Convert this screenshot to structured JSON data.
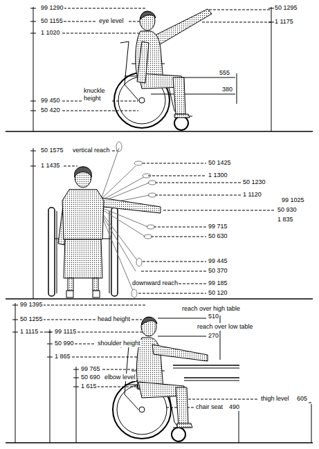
{
  "diagram": {
    "labels": [
      "99 1290",
      "50 1155",
      "eye level",
      "1 1020",
      "knuckle height",
      "99 450",
      "50 420",
      "50 1295",
      "1 1175",
      "555",
      "380",
      "50 1575",
      "vertical reach",
      "1 1435",
      "50 1425",
      "1 1300",
      "50 1230",
      "1 1120",
      "99 1025",
      "50 930",
      "1 835",
      "99 715",
      "50 630",
      "99 445",
      "50 370",
      "downward reach",
      "99 185",
      "50 120",
      "99 1395",
      "50 1255",
      "head height",
      "1 1115",
      "99 1115",
      "reach over high table",
      "510",
      "reach over low table",
      "270",
      "50 990",
      "shoulder height",
      "1 865",
      "99 765",
      "50 690",
      "elbow level",
      "1 615",
      "thigh level",
      "605",
      "chair seat",
      "490"
    ]
  }
}
